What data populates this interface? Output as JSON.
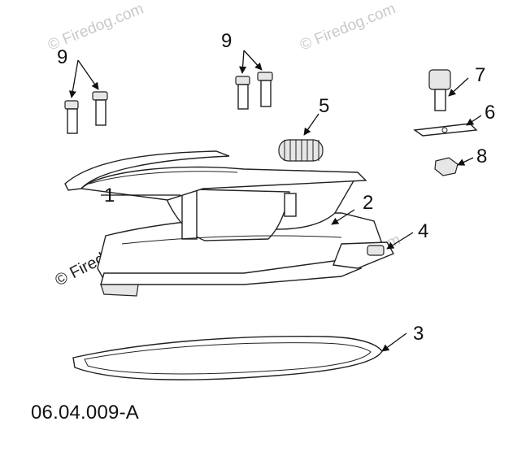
{
  "diagram": {
    "code": "06.04.009-A",
    "watermark": "© Firedog.com",
    "callouts": {
      "c1": "1",
      "c2": "2",
      "c3": "3",
      "c4": "4",
      "c5": "5",
      "c6": "6",
      "c7": "7",
      "c8": "8",
      "c9a": "9",
      "c9b": "9"
    }
  }
}
